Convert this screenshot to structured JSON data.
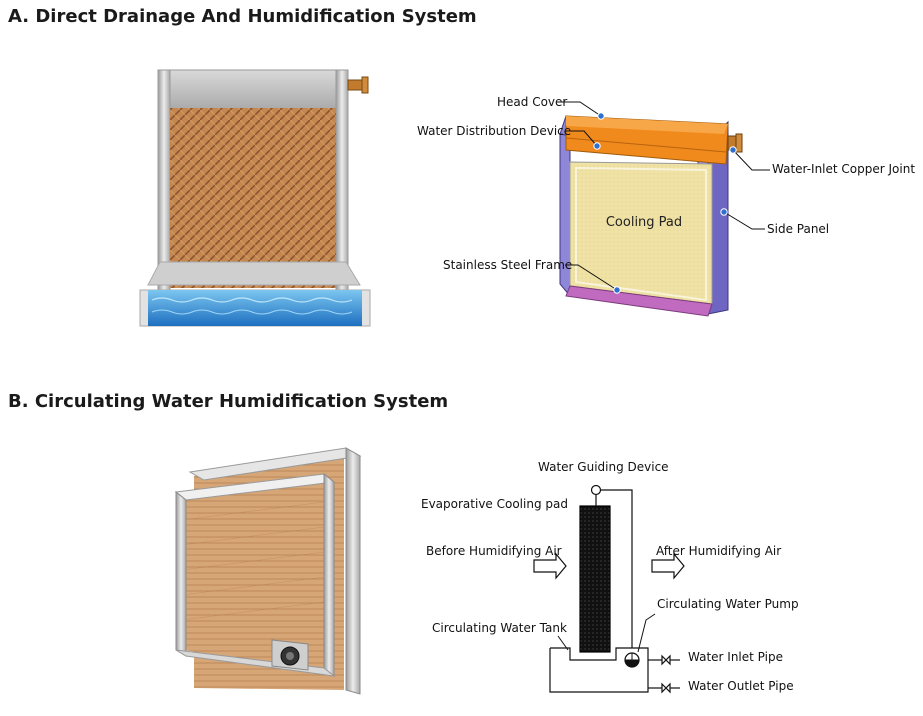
{
  "section_a": {
    "title": "A. Direct Drainage And Humidification System",
    "labels": {
      "head_cover": "Head Cover",
      "water_distribution": "Water Distribution Device",
      "water_inlet_joint": "Water-Inlet Copper Joint",
      "cooling_pad": "Cooling Pad",
      "side_panel": "Side Panel",
      "frame": "Stainless Steel Frame"
    }
  },
  "section_b": {
    "title": "B. Circulating Water Humidification System",
    "labels": {
      "water_guiding": "Water Guiding Device",
      "evaporative_pad": "Evaporative Cooling pad",
      "before_air": "Before Humidifying Air",
      "after_air": "After Humidifying Air",
      "pump": "Circulating Water Pump",
      "tank": "Circulating Water Tank",
      "inlet_pipe": "Water Inlet Pipe",
      "outlet_pipe": "Water Outlet Pipe"
    }
  },
  "colors": {
    "head_cover": "#f08a1c",
    "side_panel": "#8e86d6",
    "cooling_pad_fill": "#efe2a4",
    "pad_texture": "#b07240",
    "water": "#2f8fd6",
    "steel": "#c8c8c8",
    "leader_dot": "#2e6fd0"
  }
}
